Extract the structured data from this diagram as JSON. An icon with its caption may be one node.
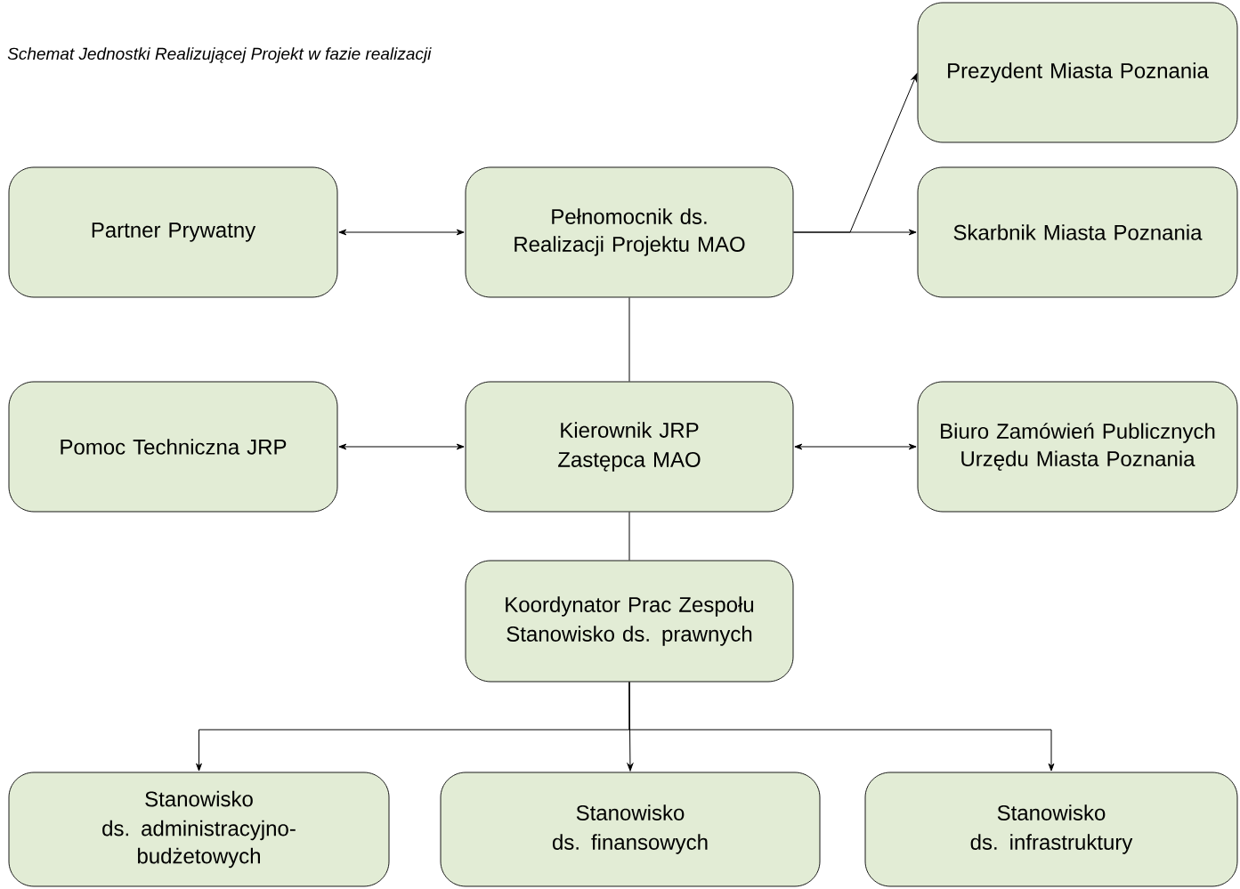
{
  "diagram": {
    "title": "Schemat Jednostki Realizującej Projekt w fazie realizacji",
    "nodes": [
      {
        "text": [
          "Prezydent Miasta Poznania"
        ]
      },
      {
        "text": [
          "Partner Prywatny"
        ]
      },
      {
        "text": [
          "Pełnomocnik ds. Realizacji Projektu MAO"
        ]
      },
      {
        "text": [
          "Skarbnik Miasta Poznania"
        ]
      },
      {
        "text": [
          "Pomoc Techniczna JRP"
        ]
      },
      {
        "text": [
          "Kierownik JRP",
          "Zastępca MAO"
        ]
      },
      {
        "text": [
          "Biuro Zamówień Publicznych Urzędu Miasta Poznania"
        ]
      },
      {
        "text": [
          "Koordynator Prac Zespołu",
          "Stanowisko ds. prawnych"
        ]
      },
      {
        "text": [
          "Stanowisko",
          "ds. administracyjno-budżetowych"
        ]
      },
      {
        "text": [
          "Stanowisko",
          "ds. finansowych"
        ]
      },
      {
        "text": [
          "Stanowisko",
          "ds. infrastruktury"
        ]
      }
    ],
    "edges": [
      {
        "from": 1,
        "to": 2,
        "arrow": "both"
      },
      {
        "from": 2,
        "to": 0,
        "arrow": "to"
      },
      {
        "from": 2,
        "to": 3,
        "arrow": "to"
      },
      {
        "from": 2,
        "to": 5,
        "arrow": "none"
      },
      {
        "from": 4,
        "to": 5,
        "arrow": "both"
      },
      {
        "from": 5,
        "to": 6,
        "arrow": "both"
      },
      {
        "from": 5,
        "to": 7,
        "arrow": "none"
      },
      {
        "from": 7,
        "to": 8,
        "arrow": "to"
      },
      {
        "from": 7,
        "to": 9,
        "arrow": "to"
      },
      {
        "from": 7,
        "to": 10,
        "arrow": "to"
      }
    ]
  }
}
